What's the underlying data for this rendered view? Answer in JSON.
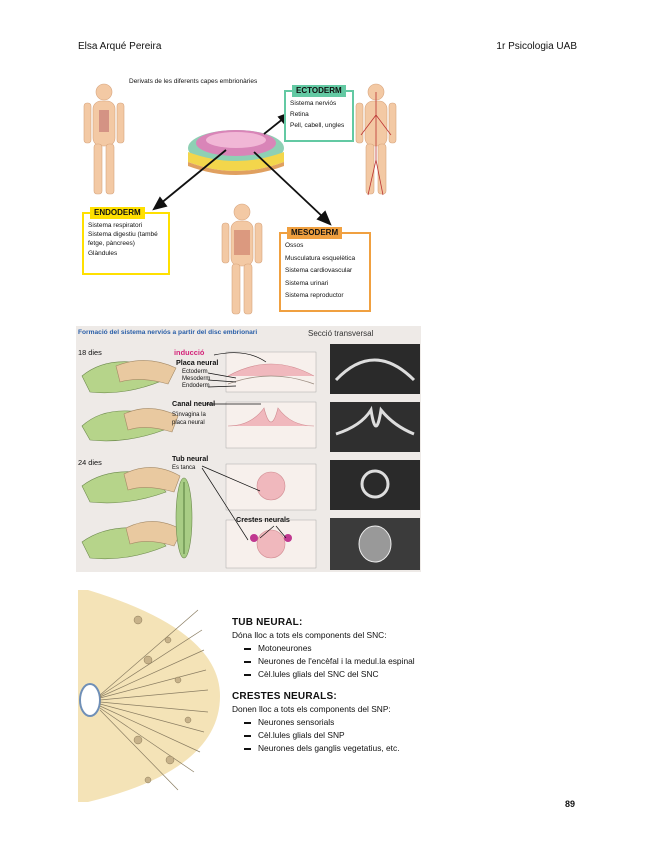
{
  "header": {
    "author": "Elsa Arqué Pereira",
    "course": "1r Psicologia UAB"
  },
  "figure1": {
    "title": "Derivats de les diferents capes embrionàries",
    "ectoderm": {
      "title": "ECTODERM",
      "items": [
        "Sistema nerviós",
        "Retina",
        "Pell, cabell, ungles"
      ]
    },
    "endoderm": {
      "title": "ENDODERM",
      "items": [
        "Sistema respiratori",
        "Sistema digestiu (també",
        "fetge, pàncrees)",
        "Glàndules"
      ]
    },
    "mesoderm": {
      "title": "MESODERM",
      "items": [
        "Ossos",
        "Musculatura esquelètica",
        "Sistema cardiovascular",
        "Sistema urinari",
        "Sistema reproductor"
      ]
    },
    "colors": {
      "ectoderm": "#63c9a3",
      "endoderm": "#ffe000",
      "mesoderm": "#f0a040"
    }
  },
  "figure2": {
    "title": "Formació del sistema nerviós a partir del disc embrionari",
    "section_title": "Secció transversal",
    "day18": "18 dies",
    "day24": "24 dies",
    "induccio": "inducció",
    "placa_neural": "Placa neural",
    "ectoderm": "Ectoderm",
    "mesoderm": "Mesoderm",
    "endoderm": "Endoderm",
    "canal_neural": "Canal neural",
    "canal_note_1": "S'invagina la",
    "canal_note_2": "placa neural",
    "tub_neural": "Tub neural",
    "tub_note": "Es tanca",
    "crestes": "Crestes neurals"
  },
  "notes": {
    "tub_title": "TUB NEURAL:",
    "tub_intro": "Dóna lloc a tots els components del SNC:",
    "tub_items": [
      "Motoneurones",
      "Neurones de l'encèfal i la medul.la espinal",
      "Cèl.lules glials del SNC del SNC"
    ],
    "crestes_title": "CRESTES NEURALS:",
    "crestes_intro": "Donen lloc a tots els components del SNP:",
    "crestes_items": [
      "Neurones sensorials",
      "Cèl.lules glials del SNP",
      "Neurones dels ganglis vegetatius, etc."
    ]
  },
  "page_number": "89"
}
